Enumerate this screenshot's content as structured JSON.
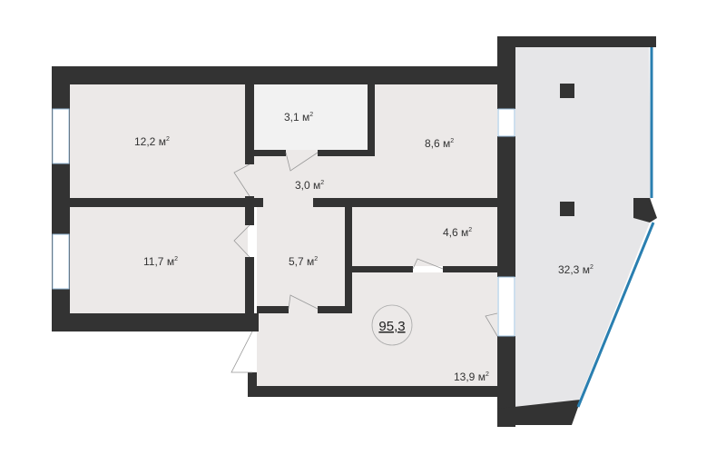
{
  "plan": {
    "total_area": "95,3",
    "unit": "м",
    "unit_power": "2",
    "rooms": [
      {
        "id": "room-left-top",
        "area": "12,2"
      },
      {
        "id": "bathroom",
        "area": "3,1"
      },
      {
        "id": "room-right-top",
        "area": "8,6"
      },
      {
        "id": "hall",
        "area": "3,0"
      },
      {
        "id": "room-left-bottom",
        "area": "11,7"
      },
      {
        "id": "corridor",
        "area": "5,7"
      },
      {
        "id": "storage",
        "area": "4,6"
      },
      {
        "id": "living",
        "area": "13,9"
      },
      {
        "id": "balcony",
        "area": "32,3"
      }
    ]
  },
  "colors": {
    "wall": "#333333",
    "floor": "#ece9e8",
    "balcony": "#e6e6e8",
    "glass": "#2a7fb0",
    "window": "#bcd8ee"
  }
}
